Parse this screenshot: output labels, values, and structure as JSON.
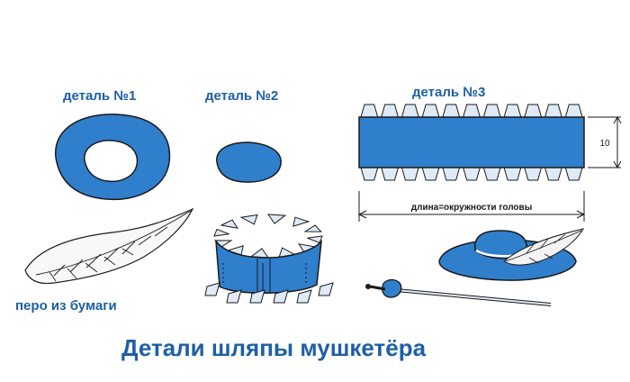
{
  "labels": {
    "part1": "деталь №1",
    "part2": "деталь №2",
    "part3": "деталь №3",
    "feather": "перо из бумаги",
    "height_dim": "10",
    "length_dim": "длина=окружности головы",
    "title": "Детали шляпы мушкетёра"
  },
  "colors": {
    "part_fill": "#2f7fcc",
    "tab_fill": "#dfeaf6",
    "outline": "#1a1a1a",
    "label_text": "#1d5fa6"
  }
}
